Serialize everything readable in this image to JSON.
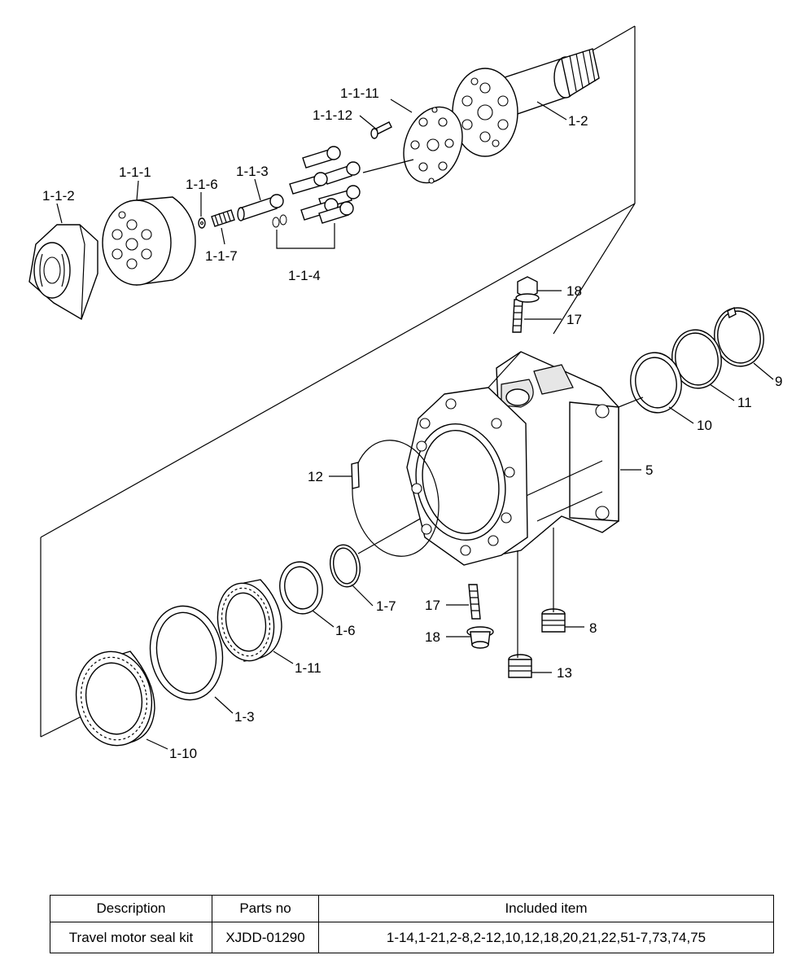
{
  "diagram": {
    "labels": {
      "p_1_1_11": "1-1-11",
      "p_1_1_12": "1-1-12",
      "p_1_2": "1-2",
      "p_1_1_1": "1-1-1",
      "p_1_1_6": "1-1-6",
      "p_1_1_3": "1-1-3",
      "p_1_1_2": "1-1-2",
      "p_1_1_7": "1-1-7",
      "p_1_1_4": "1-1-4",
      "p_18_top": "18",
      "p_17_top": "17",
      "p_9": "9",
      "p_11": "11",
      "p_10": "10",
      "p_5": "5",
      "p_12": "12",
      "p_1_7": "1-7",
      "p_17_bottom": "17",
      "p_8": "8",
      "p_18_bottom": "18",
      "p_1_6": "1-6",
      "p_13": "13",
      "p_1_11": "1-11",
      "p_1_3": "1-3",
      "p_1_10": "1-10"
    }
  },
  "table": {
    "headers": {
      "description": "Description",
      "parts_no": "Parts no",
      "included_item": "Included item"
    },
    "rows": [
      {
        "description": "Travel motor seal kit",
        "parts_no": "XJDD-01290",
        "included_item": "1-14,1-21,2-8,2-12,10,12,18,20,21,22,51-7,73,74,75"
      }
    ]
  }
}
